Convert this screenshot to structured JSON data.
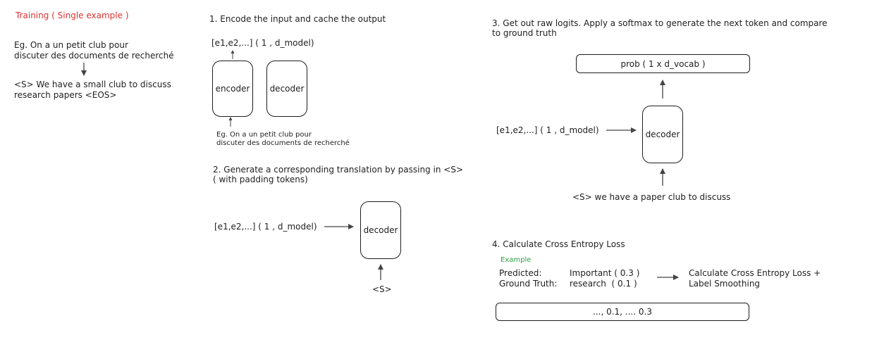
{
  "title": "Training ( Single example )",
  "example": {
    "source_line1": "Eg. On a un petit club pour",
    "source_line2": "discuter des documents de recherché",
    "target_line1": "<S> We have a small club to discuss",
    "target_line2": "research papers <EOS>"
  },
  "step1": {
    "heading": "1. Encode the input and cache the output",
    "encoder_output": "[e1,e2,...] ( 1 , d_model)",
    "encoder_label": "encoder",
    "decoder_label": "decoder",
    "input_line1": "Eg. On a un petit club pour",
    "input_line2": "discuter des documents de recherché"
  },
  "step2": {
    "heading_line1": "2. Generate a corresponding translation by passing in <S>",
    "heading_line2": "( with padding tokens)",
    "encoder_output": "[e1,e2,...] ( 1 , d_model)",
    "decoder_label": "decoder",
    "decoder_input": "<S>"
  },
  "step3": {
    "heading_line1": "3. Get out raw logits. Apply a softmax to generate the next token and compare",
    "heading_line2": "to ground truth",
    "prob_label": "prob ( 1 x d_vocab )",
    "encoder_output": "[e1,e2,...] ( 1 , d_model)",
    "decoder_label": "decoder",
    "decoder_input": "<S> we have a paper club to discuss"
  },
  "step4": {
    "heading": "4. Calculate Cross Entropy Loss",
    "example_label": "Example",
    "predicted_label": "Predicted:",
    "predicted_value": "Important ( 0.3 )",
    "ground_truth_label": "Ground Truth:",
    "ground_truth_value": "research  ( 0.1 )",
    "result_line1": "Calculate Cross Entropy Loss +",
    "result_line2": "Label Smoothing",
    "vector": "..., 0.1, .... 0.3"
  },
  "colors": {
    "title": "#e03131",
    "example": "#2f9e44",
    "stroke": "#1e1e1e"
  }
}
